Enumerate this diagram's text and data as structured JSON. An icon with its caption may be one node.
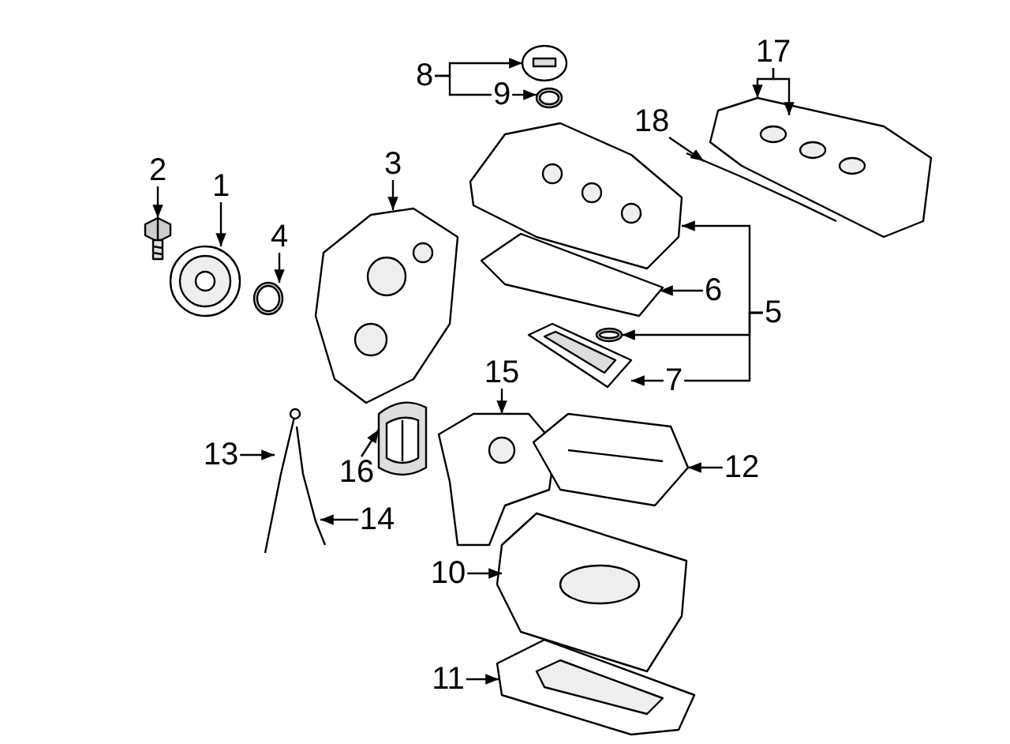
{
  "diagram": {
    "nodes": [
      {
        "text": [
          "1"
        ]
      },
      {
        "text": [
          "2"
        ]
      },
      {
        "text": [
          "3"
        ]
      },
      {
        "text": [
          "4"
        ]
      },
      {
        "text": [
          "5"
        ]
      },
      {
        "text": [
          "6"
        ]
      },
      {
        "text": [
          "7"
        ]
      },
      {
        "text": [
          "8"
        ]
      },
      {
        "text": [
          "9"
        ]
      },
      {
        "text": [
          "10"
        ]
      },
      {
        "text": [
          "11"
        ]
      },
      {
        "text": [
          "12"
        ]
      },
      {
        "text": [
          "13"
        ]
      },
      {
        "text": [
          "14"
        ]
      },
      {
        "text": [
          "15"
        ]
      },
      {
        "text": [
          "16"
        ]
      },
      {
        "text": [
          "17"
        ]
      },
      {
        "text": [
          "18"
        ]
      },
      {
        "text": [],
        "shape": "picture"
      },
      {
        "text": [],
        "shape": "picture"
      },
      {
        "text": [],
        "shape": "circle"
      },
      {
        "text": [],
        "shape": "picture"
      },
      {
        "text": [],
        "shape": "picture"
      },
      {
        "text": [],
        "shape": "circle"
      },
      {
        "text": [],
        "shape": "picture"
      },
      {
        "text": [],
        "shape": "picture"
      },
      {
        "text": [],
        "shape": "picture"
      },
      {
        "text": [],
        "shape": "picture"
      },
      {
        "text": [],
        "shape": "circle"
      },
      {
        "text": [],
        "shape": "picture"
      },
      {
        "text": [],
        "shape": "picture"
      },
      {
        "text": [],
        "shape": "picture"
      },
      {
        "text": [],
        "shape": "picture"
      },
      {
        "text": [],
        "shape": "picture"
      },
      {
        "text": [],
        "shape": "picture"
      },
      {
        "text": [],
        "shape": "picture"
      },
      {
        "text": [],
        "shape": "picture"
      }
    ],
    "edges": [
      {
        "from": 0,
        "to": 19,
        "arrow": "to"
      },
      {
        "from": 1,
        "to": 18,
        "arrow": "to"
      },
      {
        "from": 2,
        "to": 21,
        "arrow": "to"
      },
      {
        "from": 3,
        "to": 20,
        "arrow": "to"
      },
      {
        "from": 4,
        "to": 26,
        "arrow": "to"
      },
      {
        "from": 4,
        "to": 28,
        "arrow": "to"
      },
      {
        "from": 4,
        "to": 6,
        "arrow": "none"
      },
      {
        "from": 5,
        "to": 27,
        "arrow": "to"
      },
      {
        "from": 6,
        "to": 29,
        "arrow": "to"
      },
      {
        "from": 7,
        "to": 22,
        "arrow": "to"
      },
      {
        "from": 7,
        "to": 8,
        "arrow": "none"
      },
      {
        "from": 8,
        "to": 23,
        "arrow": "to"
      },
      {
        "from": 9,
        "to": 35,
        "arrow": "to"
      },
      {
        "from": 10,
        "to": 36,
        "arrow": "to"
      },
      {
        "from": 11,
        "to": 32,
        "arrow": "to"
      },
      {
        "from": 12,
        "to": 33,
        "arrow": "to"
      },
      {
        "from": 13,
        "to": 34,
        "arrow": "to"
      },
      {
        "from": 14,
        "to": 31,
        "arrow": "to"
      },
      {
        "from": 15,
        "to": 30,
        "arrow": "to"
      },
      {
        "from": 16,
        "to": 24,
        "arrow": "to"
      },
      {
        "from": 16,
        "to": 24,
        "arrow": "to"
      },
      {
        "from": 17,
        "to": 25,
        "arrow": "to"
      }
    ]
  }
}
